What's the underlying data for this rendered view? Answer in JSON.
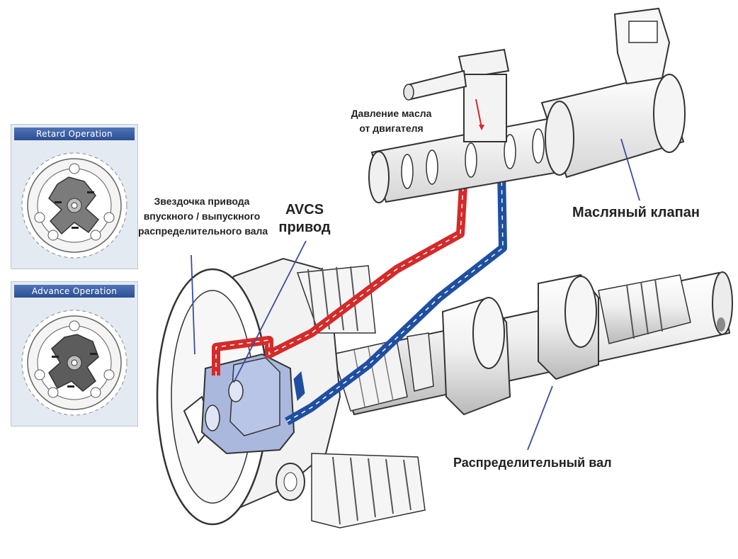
{
  "panels": {
    "retard_title": "Retard Operation",
    "advance_title": "Advance Operation"
  },
  "labels": {
    "oil_pressure": [
      "Давление масла",
      "от двигателя"
    ],
    "oil_valve": "Масляный клапан",
    "sprocket": [
      "Звездочка привода",
      "впускного / выпускного",
      "распределительного вала"
    ],
    "avcs": [
      "AVCS",
      "привод"
    ],
    "camshaft": "Распределительный вал"
  },
  "colors": {
    "oil_red": "#d42a2a",
    "oil_blue": "#1f4fa0",
    "actuator": "#a9b8dc",
    "metal_light": "#f2f2f2",
    "outline": "#333333",
    "panel_bg": "#e3eaf2",
    "panel_title_bg": "#2c4f93"
  }
}
